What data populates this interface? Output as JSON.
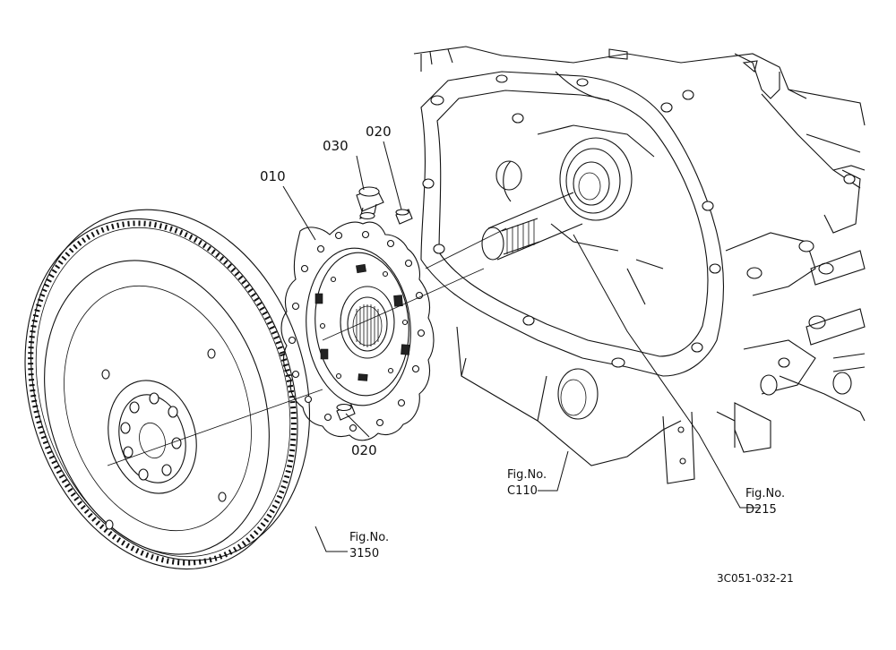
{
  "callouts": {
    "p010": "010",
    "p030": "030",
    "p020_top": "020",
    "p020_bottom": "020"
  },
  "figrefs": {
    "c110": {
      "title": "Fig.No.",
      "num": "C110"
    },
    "d215": {
      "title": "Fig.No.",
      "num": "D215"
    },
    "f3150": {
      "title": "Fig.No.",
      "num": "3150"
    }
  },
  "drawing_code": "3C051-032-21"
}
